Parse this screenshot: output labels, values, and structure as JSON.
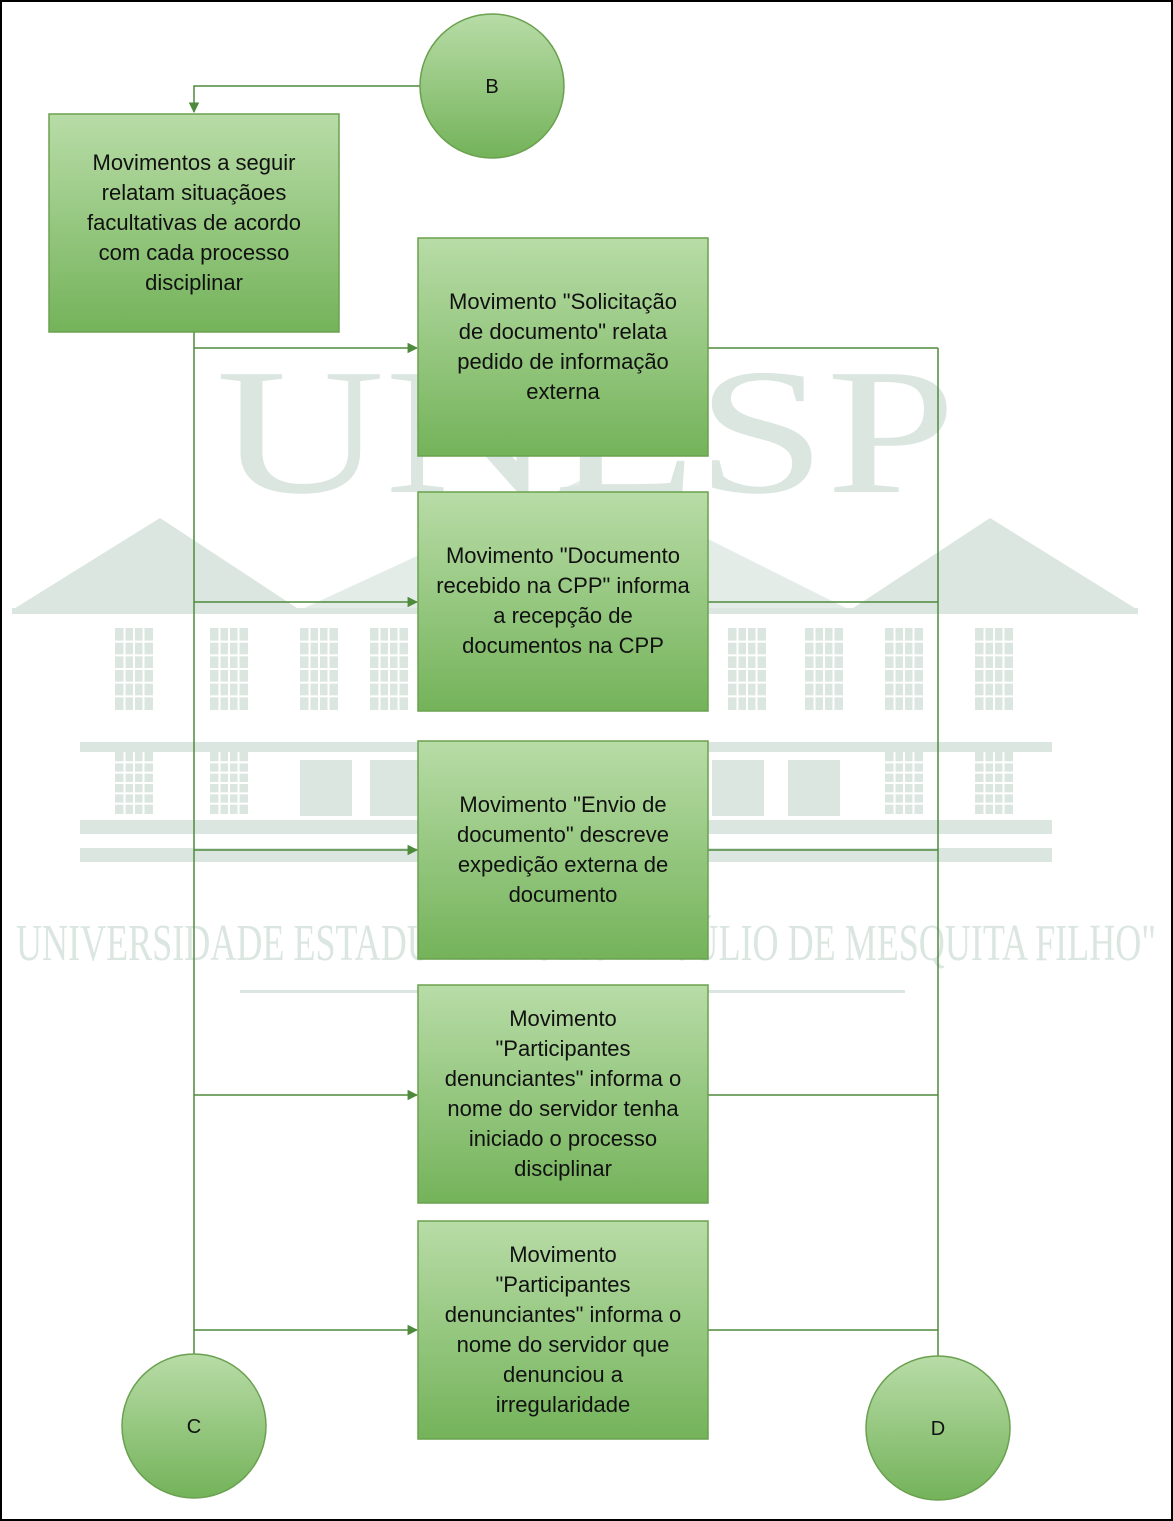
{
  "colors": {
    "node_fill_top": "#b8dca7",
    "node_fill_bottom": "#74b35a",
    "node_stroke": "#6aa14f",
    "line": "#4e8a3c",
    "watermark": "#dbe6e1",
    "frame": "#000000"
  },
  "watermark": {
    "title": "UNESP",
    "subtitle": "UNIVERSIDADE ESTADUAL PAULISTA \"JÚLIO DE MESQUITA FILHO\""
  },
  "connectors": {
    "b": "B",
    "c": "C",
    "d": "D"
  },
  "intro_box": {
    "lines": [
      "Movimentos a seguir",
      "relatam situaçãoes",
      "facultativas de acordo",
      "com cada processo",
      "disciplinar"
    ]
  },
  "steps": [
    {
      "lines": [
        "Movimento \"Solicitação",
        "de documento\" relata",
        "pedido de informação",
        "externa"
      ]
    },
    {
      "lines": [
        "Movimento \"Documento",
        "recebido na CPP\" informa",
        "a recepção de",
        "documentos na CPP"
      ]
    },
    {
      "lines": [
        "Movimento \"Envio de",
        "documento\" descreve",
        "expedição externa de",
        "documento"
      ]
    },
    {
      "lines": [
        "Movimento",
        "\"Participantes",
        "denunciantes\" informa o",
        "nome do servidor tenha",
        "iniciado o processo",
        "disciplinar"
      ]
    },
    {
      "lines": [
        "Movimento",
        "\"Participantes",
        "denunciantes\" informa o",
        "nome do servidor que",
        "denunciou a",
        "irregularidade"
      ]
    }
  ]
}
